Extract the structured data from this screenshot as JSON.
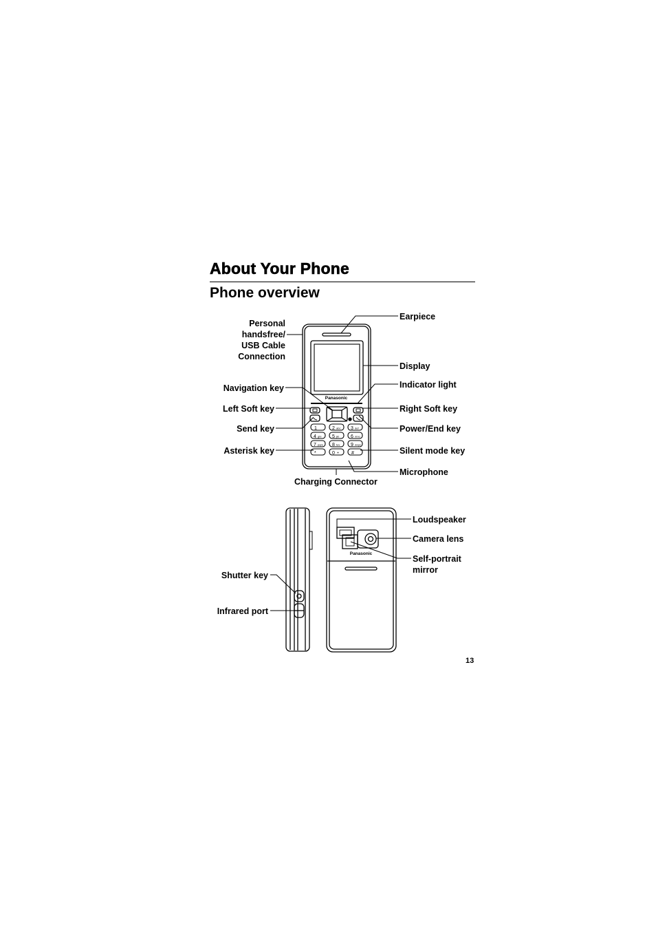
{
  "header": {
    "title": "About Your Phone",
    "subtitle": "Phone overview"
  },
  "front_view": {
    "labels": {
      "earpiece": "Earpiece",
      "handsfree_line1": "Personal",
      "handsfree_line2": "handsfree/",
      "handsfree_line3": "USB Cable",
      "handsfree_line4": "Connection",
      "display": "Display",
      "navigation_key": "Navigation key",
      "indicator_light": "Indicator light",
      "left_soft_key": "Left Soft key",
      "right_soft_key": "Right Soft key",
      "send_key": "Send key",
      "power_end_key": "Power/End key",
      "asterisk_key": "Asterisk key",
      "silent_mode_key": "Silent mode key",
      "microphone": "Microphone",
      "charging_connector": "Charging Connector"
    },
    "brand": "Panasonic",
    "keypad": {
      "digits": [
        "1",
        "2",
        "3",
        "4",
        "5",
        "6",
        "7",
        "8",
        "9",
        "*",
        "0",
        "#"
      ],
      "letters": [
        "",
        "abc",
        "def",
        "ghi",
        "jkl",
        "mno",
        "pqrs",
        "tuv",
        "wxyz",
        "",
        "+",
        ""
      ]
    }
  },
  "back_view": {
    "labels": {
      "loudspeaker": "Loudspeaker",
      "camera_lens": "Camera lens",
      "mirror_line1": "Self-portrait",
      "mirror_line2": "mirror",
      "shutter_key": "Shutter key",
      "infrared_port": "Infrared port"
    },
    "brand": "Panasonic"
  },
  "page_number": "13"
}
